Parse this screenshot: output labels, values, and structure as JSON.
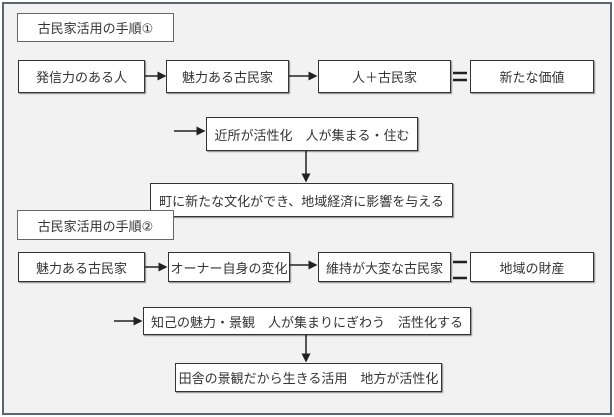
{
  "section1": {
    "title": "古民家活用の手順①",
    "row": [
      "発信力のある人",
      "魅力ある古民家",
      "人＋古民家",
      "新たな価値"
    ],
    "step2": "近所が活性化　人が集まる・住む",
    "step3": "町に新たな文化ができ、地域経済に影響を与える"
  },
  "section2": {
    "title": "古民家活用の手順②",
    "row": [
      "魅力ある古民家",
      "オーナー自身の変化",
      "維持が大変な古民家",
      "地域の財産"
    ],
    "step2": "知己の魅力・景観　人が集まりにぎわう　活性化する",
    "step3": "田舎の景観だから生きる活用　地方が活性化"
  }
}
